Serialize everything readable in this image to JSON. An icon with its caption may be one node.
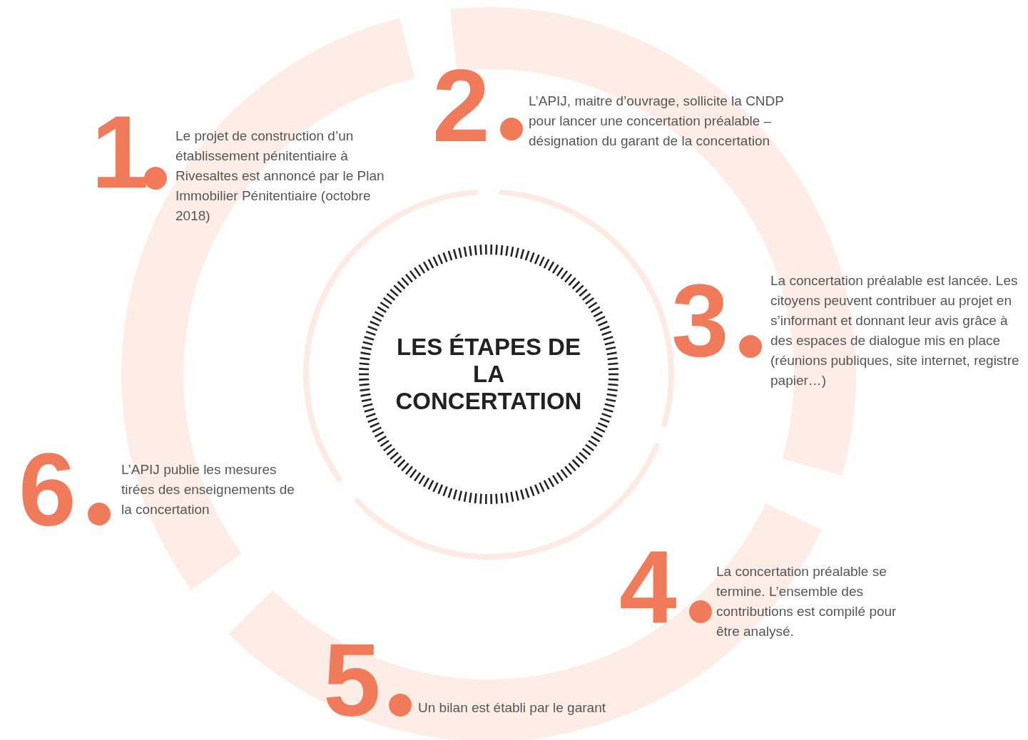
{
  "diagram": {
    "nodes": [
      {
        "text": [
          "LES ÉTAPES DE LA CONCERTATION"
        ]
      }
    ],
    "labels": [
      "1",
      "Le projet de construction d’un établissement pénitentiaire à Rivesaltes est annoncé par le Plan Immobilier Pénitentiaire (octobre 2018)",
      "2",
      "L’APIJ, maitre d’ouvrage, sollicite la CNDP pour lancer une concertation préalable – désignation du garant de la concertation",
      "3",
      "La concertation préalable est lancée. Les citoyens peuvent contribuer au projet en s’informant et donnant leur avis grâce à des espaces de dialogue mis en place (réunions publiques, site internet, registre papier…)",
      "4",
      "La concertation préalable se termine. L’ensemble des contributions est compilé pour être analysé.",
      "5",
      "Un bilan est établi par le garant",
      "6",
      "L’APIJ publie les mesures tirées des enseignements de la concertation"
    ]
  }
}
